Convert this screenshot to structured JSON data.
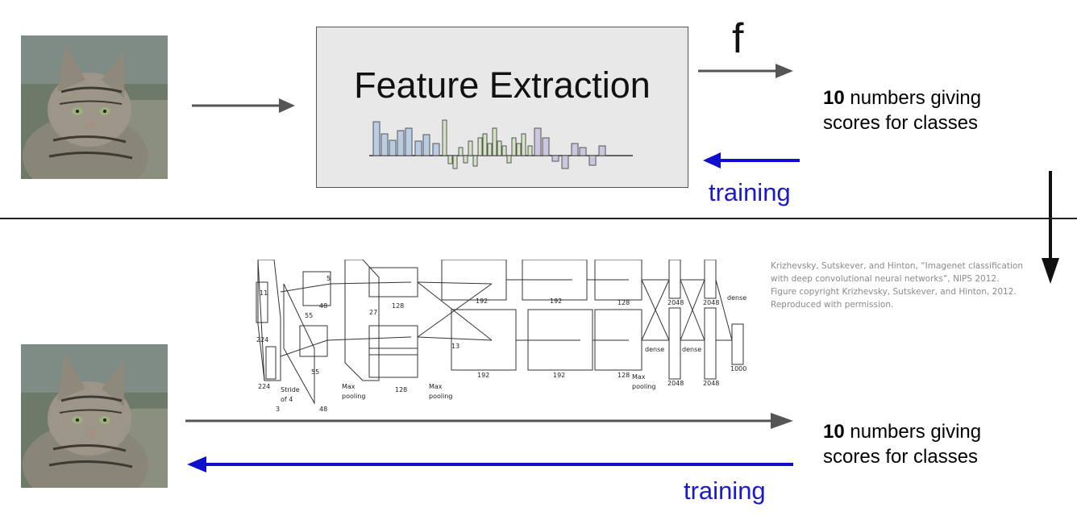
{
  "top": {
    "box_title": "Feature Extraction",
    "function_label": "f",
    "output": {
      "bold": "10",
      "rest_line1": " numbers giving",
      "line2": "scores for classes"
    },
    "training_label": "training"
  },
  "bottom": {
    "output": {
      "bold": "10",
      "rest_line1": " numbers giving",
      "line2": "scores for classes"
    },
    "training_label": "training",
    "citation": [
      "Krizhevsky, Sutskever, and Hinton, “Imagenet classification",
      "with deep convolutional neural networks”, NIPS 2012.",
      "Figure copyright Krizhevsky, Sutskever, and Hinton, 2012.",
      "Reproduced with permission."
    ],
    "cnn_labels": {
      "d224": "224",
      "d3": "3",
      "d11": "11",
      "d5": "5",
      "d55": "55",
      "d48": "48",
      "d27": "27",
      "d128": "128",
      "d3k": "3",
      "d13": "13",
      "d192": "192",
      "d2048": "2048",
      "d1000": "1000",
      "stride": "Stride",
      "of4": "of 4",
      "max": "Max",
      "pooling": "pooling",
      "dense": "dense"
    }
  },
  "colors": {
    "arrow_gray": "#555555",
    "arrow_blue": "#1010cc",
    "box_fill": "#e8e8e8"
  }
}
